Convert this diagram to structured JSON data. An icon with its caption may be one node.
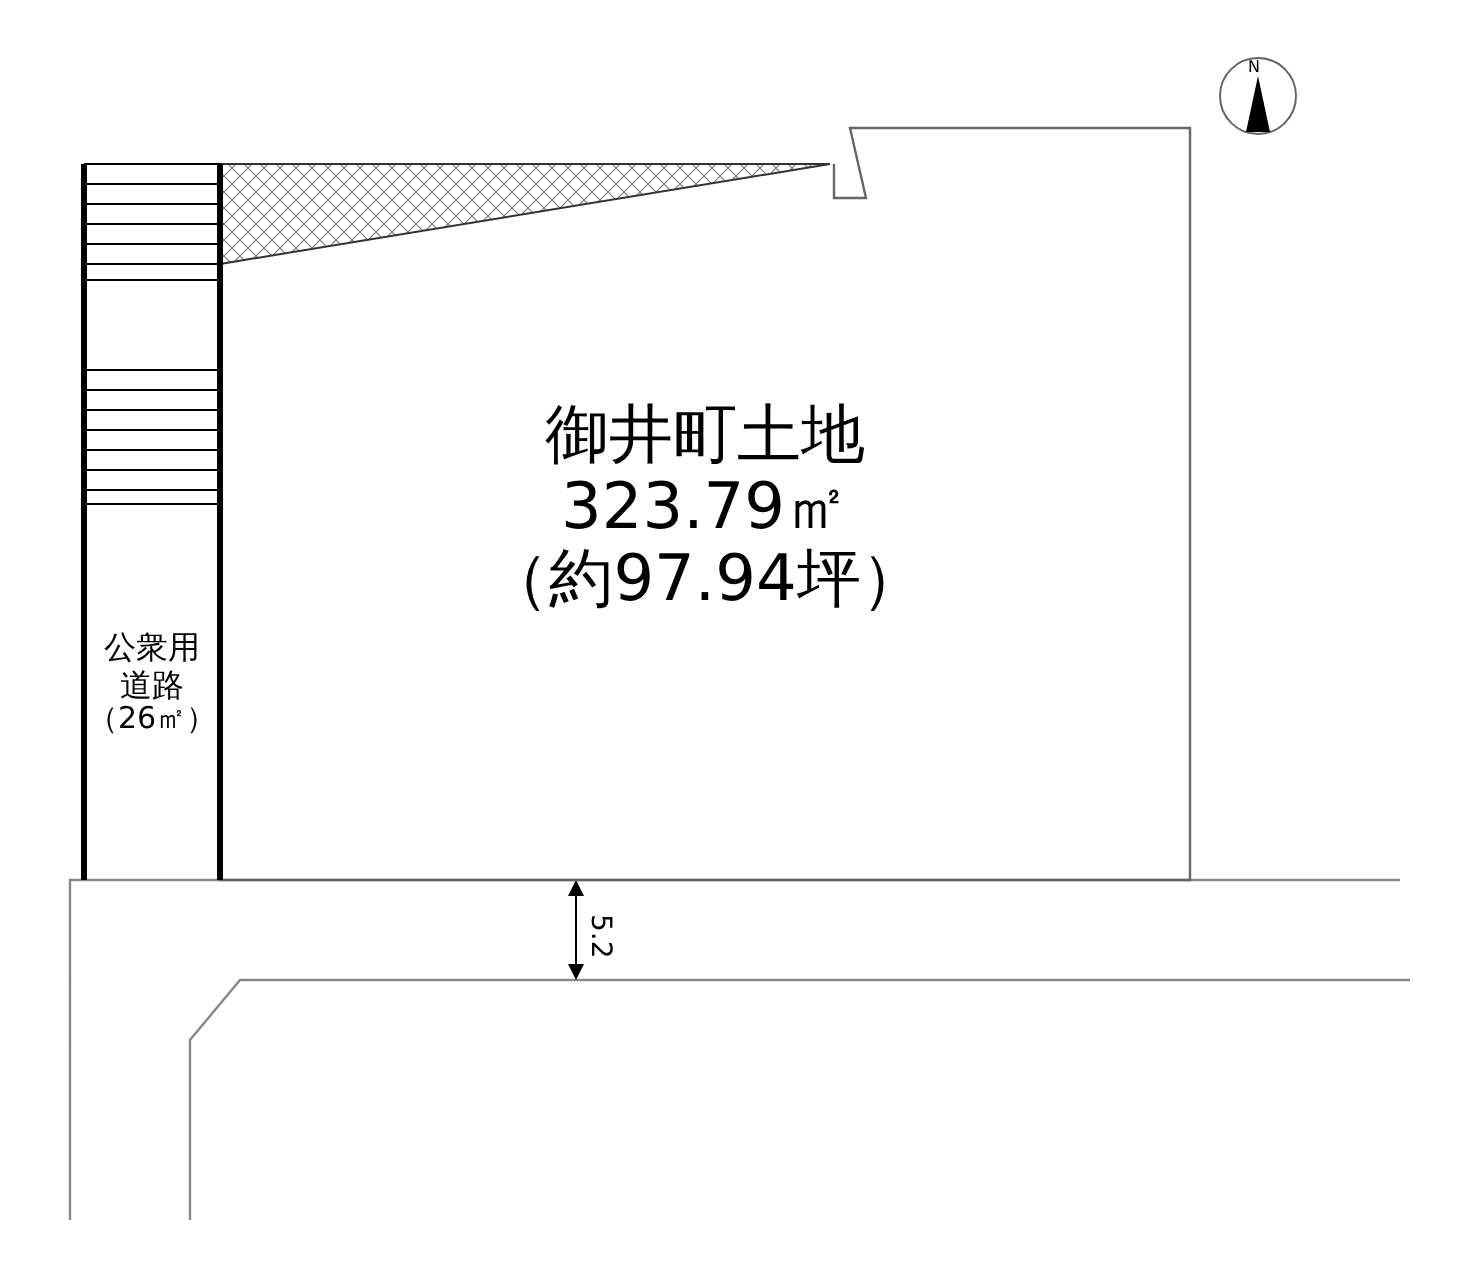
{
  "diagram": {
    "nodes": [
      {
        "text": [
          "御井町土地",
          "323.79㎡",
          "（約97.94坪）"
        ]
      },
      {
        "text": [
          "公衆用道路",
          "（26㎡）"
        ]
      }
    ],
    "labels": [
      "N",
      "5.2"
    ]
  }
}
